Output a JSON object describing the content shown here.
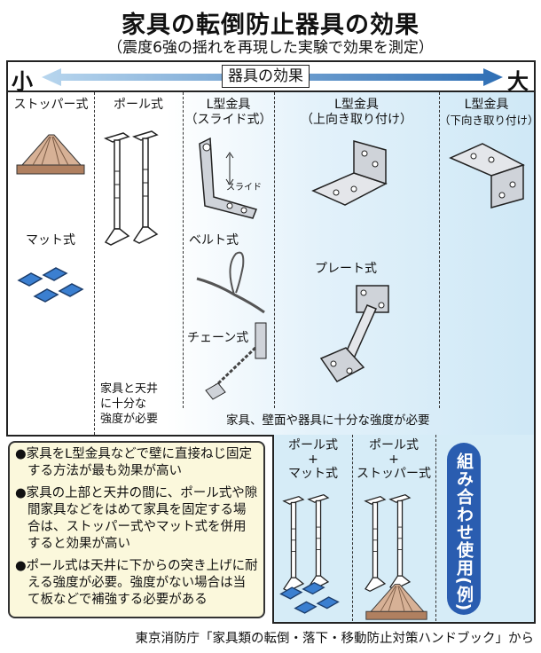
{
  "title": "家具の転倒防止器具の効果",
  "subtitle": "（震度6強の揺れを再現した実験で効果を測定）",
  "scale": {
    "low": "小",
    "high": "大",
    "label": "器具の効果"
  },
  "columns": [
    {
      "line1": "ストッパー式"
    },
    {
      "line1": "ポール式"
    },
    {
      "line1": "L型金具",
      "line2": "（スライド式）"
    },
    {
      "line1": "L型金具",
      "line2": "（上向き取り付け）"
    },
    {
      "line1": "L型金具",
      "line2": "（下向き取り付け）"
    }
  ],
  "items": {
    "mat": "マット式",
    "belt": "ベルト式",
    "chain": "チェーン式",
    "plate": "プレート式",
    "slide_arrow": "スライド"
  },
  "requirements": {
    "pole": [
      "家具と天井",
      "に十分な",
      "強度が必要"
    ],
    "wall": "家具、壁面や器具に十分な強度が必要"
  },
  "notes": [
    "●家具をL型金具などで壁に直接ねじ固定する方法が最も効果が高い",
    "●家具の上部と天井の間に、ポール式や隙間家具などをはめて家具を固定する場合は、ストッパー式やマット式を併用すると効果が高い",
    "●ポール式は天井に下からの突き上げに耐える強度が必要。強度がない場合は当て板などで補強する必要がある"
  ],
  "combos": [
    {
      "a": "ポール式",
      "plus": "+",
      "b": "マット式"
    },
    {
      "a": "ポール式",
      "plus": "+",
      "b": "ストッパー式"
    }
  ],
  "combo_label": "組み合わせ使用(例)",
  "source": "東京消防庁「家具類の転倒・落下・移動防止対策ハンドブック」から",
  "colors": {
    "arrow_light": "#a9cbe8",
    "arrow_dark": "#2f6fb5",
    "pill": "#2a5db0",
    "mat": "#3b7fd0",
    "wood": "#c9a080",
    "notes_bg": "#fbf8dc"
  }
}
